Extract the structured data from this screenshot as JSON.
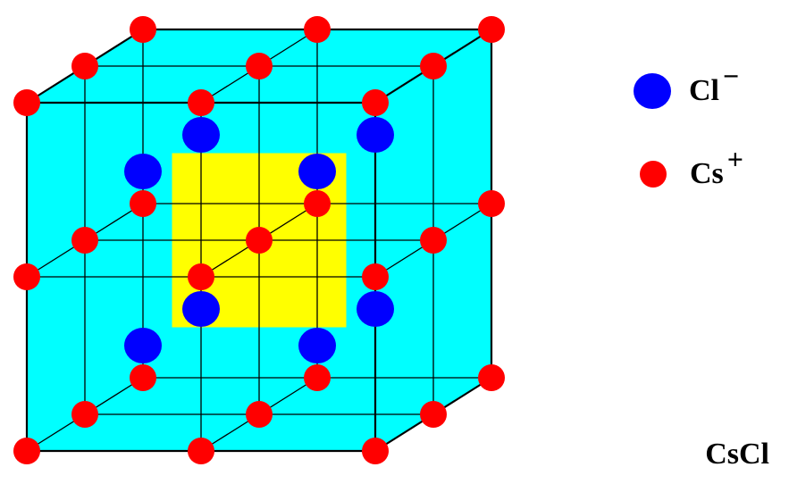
{
  "legend": {
    "anion": {
      "label": "Cl",
      "charge": "−",
      "color": "#0000ff"
    },
    "cation": {
      "label": "Cs",
      "charge": "+",
      "color": "#ff0000"
    }
  },
  "formula": "CsCl",
  "colors": {
    "outer_cube": "#00ffff",
    "inner_cube": "#ffff00",
    "lines": "#000000"
  }
}
